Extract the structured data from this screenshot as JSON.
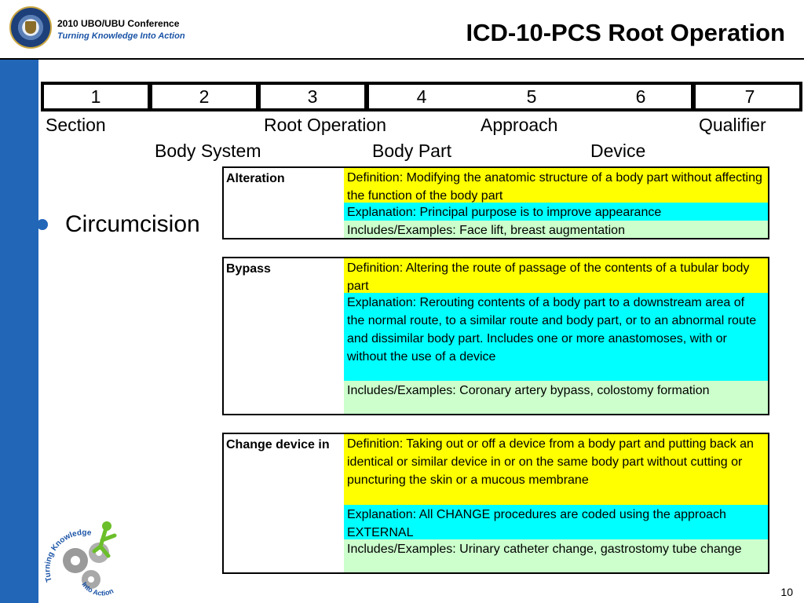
{
  "header": {
    "conference_title": "2010 UBO/UBU Conference",
    "conference_subtitle": "Turning Knowledge Into Action",
    "page_title": "ICD-10-PCS Root Operation"
  },
  "positions": [
    "1",
    "2",
    "3",
    "4",
    "5",
    "6",
    "7"
  ],
  "position_labels": {
    "section": "Section",
    "body_system": "Body System",
    "root_operation": "Root Operation",
    "body_part": "Body Part",
    "approach": "Approach",
    "device": "Device",
    "qualifier": "Qualifier"
  },
  "bullet": {
    "text": "Circumcision"
  },
  "operations": [
    {
      "name": "Alteration",
      "definition": "Definition: Modifying the anatomic structure of a body part without affecting the function of the body part",
      "explanation": "Explanation: Principal purpose is to improve appearance",
      "examples": "Includes/Examples: Face lift, breast augmentation"
    },
    {
      "name": "Bypass",
      "definition": "Definition: Altering the route of passage of the contents of a tubular body part",
      "explanation": "Explanation: Rerouting contents of a body part to a downstream area of the normal route, to a similar route and body part, or to an abnormal route and dissimilar body part. Includes one or more anastomoses, with or without the use of a device",
      "examples": "Includes/Examples: Coronary artery bypass, colostomy formation"
    },
    {
      "name": "Change device in",
      "definition": "Definition: Taking out or off a device from a body part and putting back an identical or similar device in or on the same body part without cutting or puncturing the skin or a mucous membrane",
      "explanation": "Explanation: All CHANGE procedures are coded using the approach EXTERNAL",
      "examples": "Includes/Examples: Urinary catheter change, gastrostomy tube change"
    }
  ],
  "logo": {
    "line1": "Turning Knowledge",
    "line2": "Into Action"
  },
  "footer": {
    "page_number": "10"
  },
  "colors": {
    "sidebar": "#2266b8",
    "definition_bg": "#ffff00",
    "explanation_bg": "#00ffff",
    "examples_bg": "#ccffcc"
  }
}
